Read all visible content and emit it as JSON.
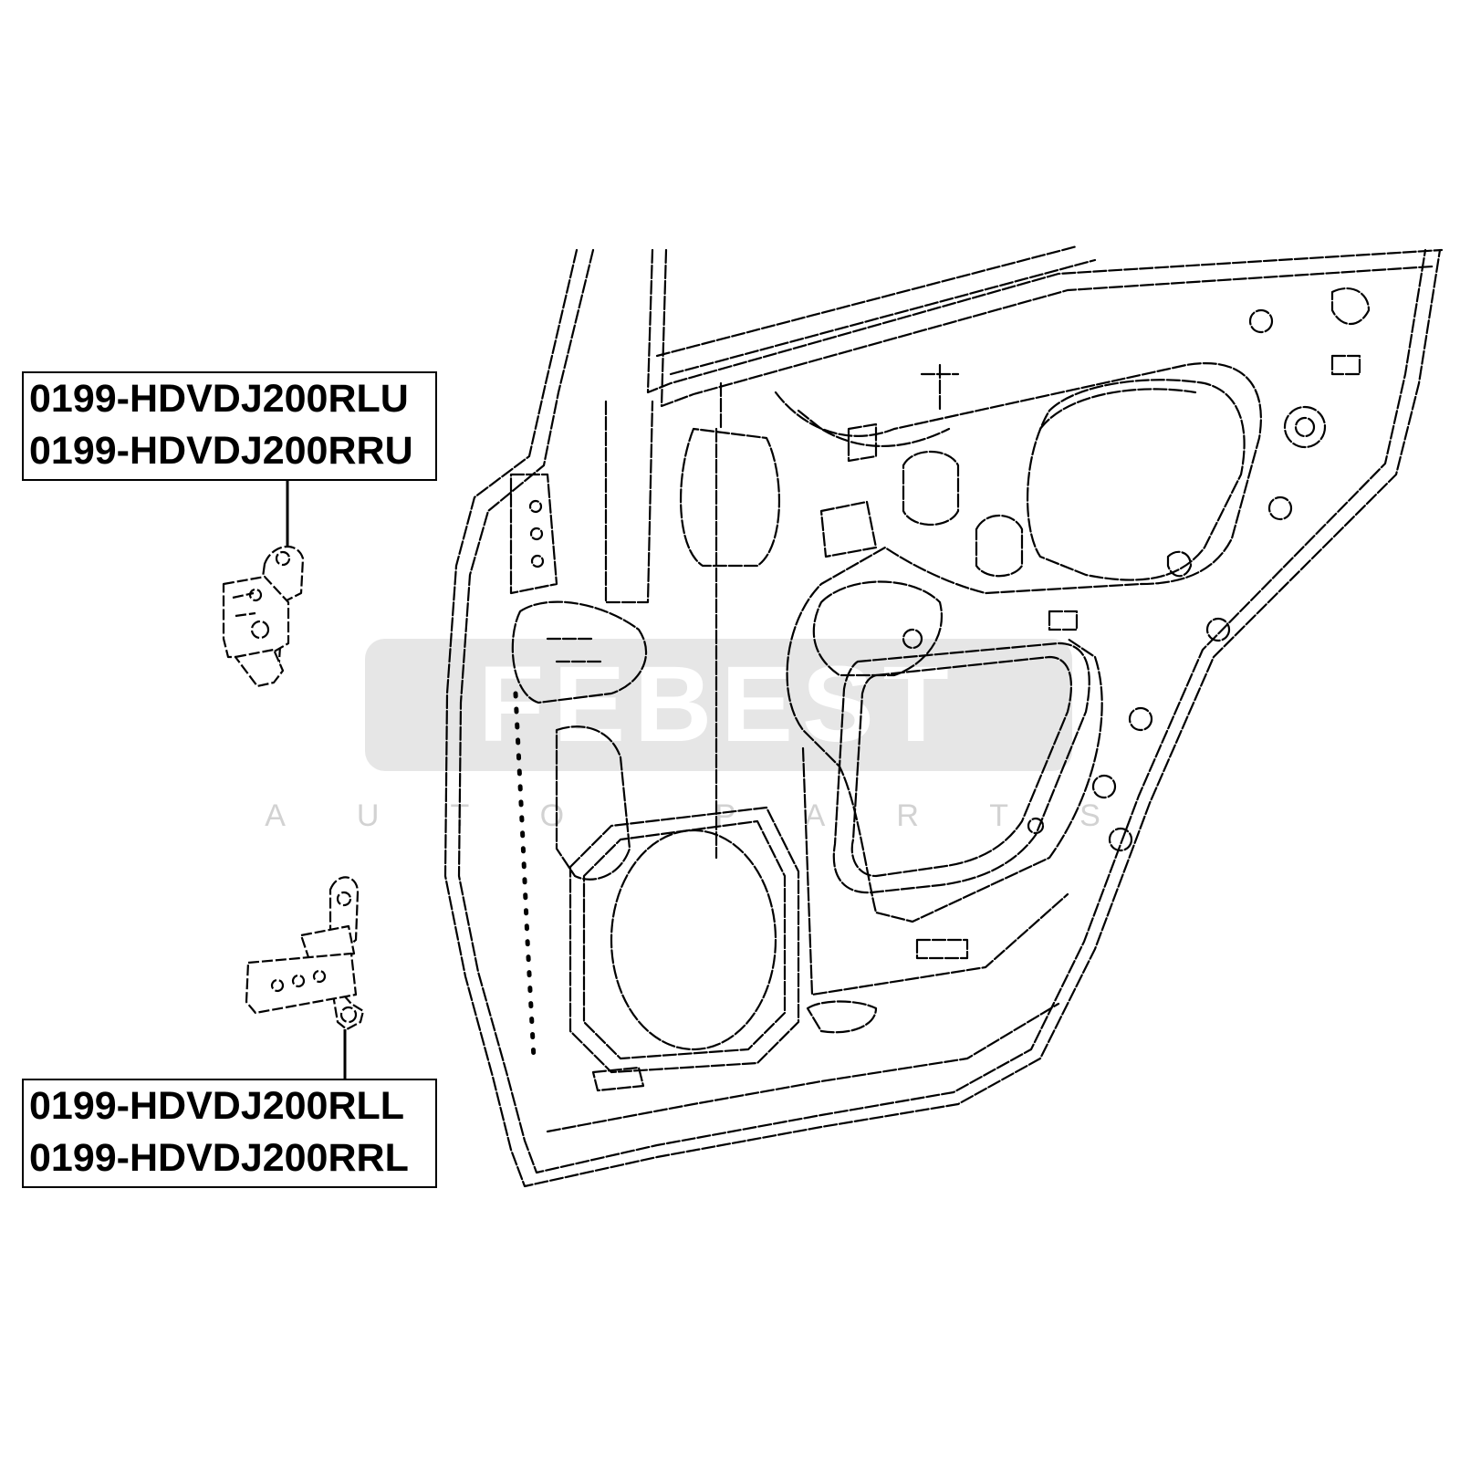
{
  "watermark": {
    "brand": "FEBEST",
    "tagline": "AUTO PARTS",
    "color": "#c9c9c9",
    "band_color": "#e6e6e6"
  },
  "labels": {
    "upper": {
      "line1": "0199-HDVDJ200RLU",
      "line2": "0199-HDVDJ200RRU"
    },
    "lower": {
      "line1": "0199-HDVDJ200RLL",
      "line2": "0199-HDVDJ200RRL"
    }
  },
  "colors": {
    "line": "#000000",
    "background": "#ffffff"
  }
}
